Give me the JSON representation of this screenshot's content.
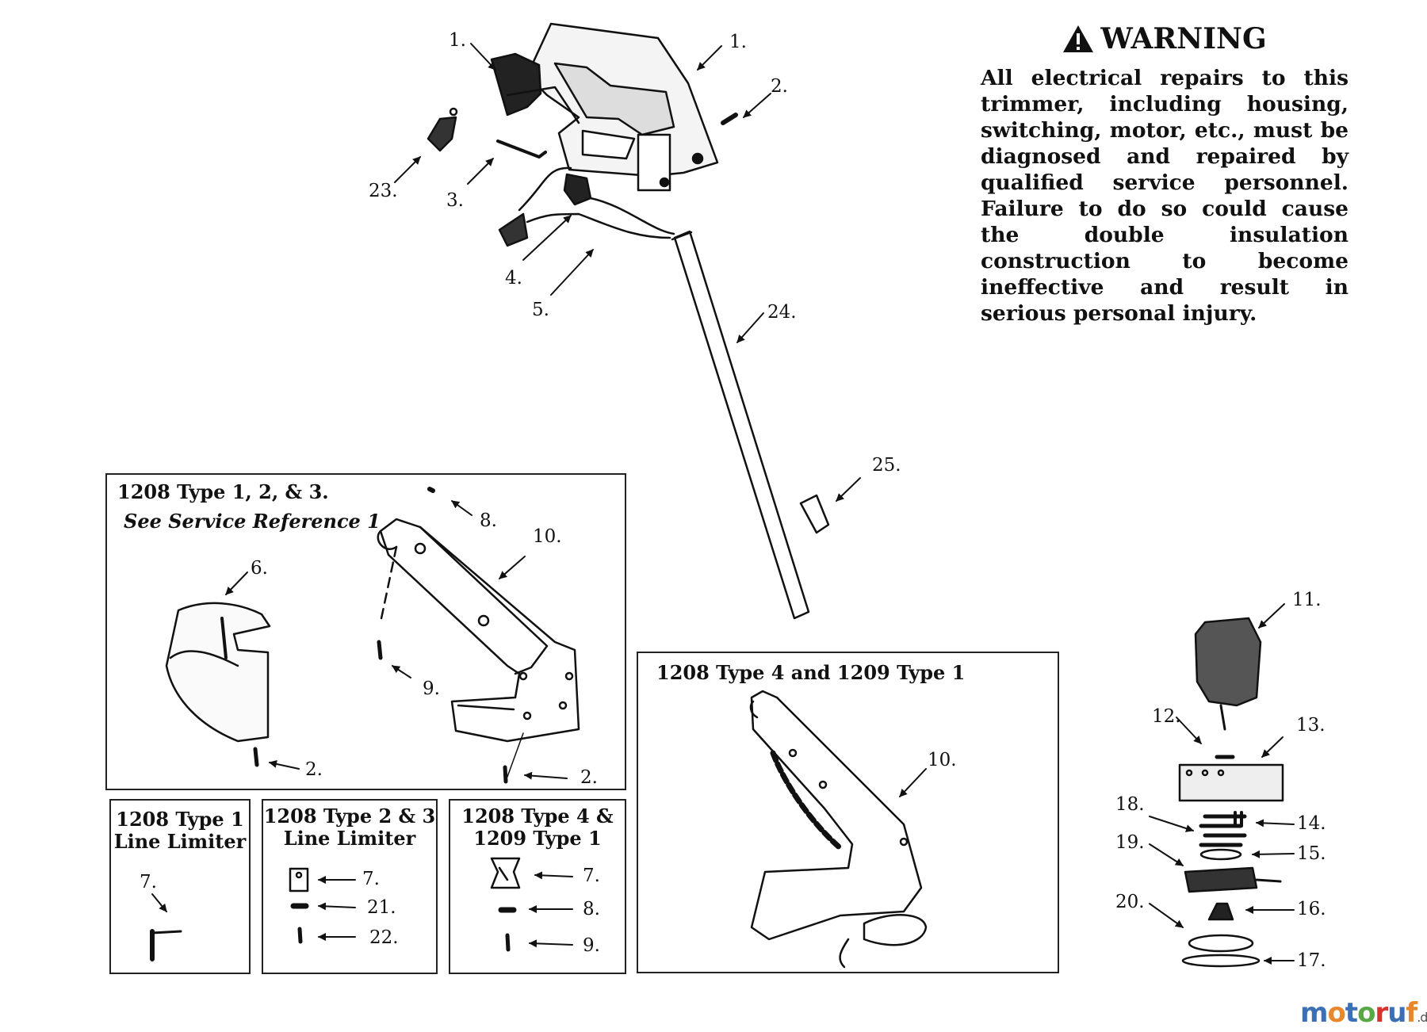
{
  "warning": {
    "heading": "WARNING",
    "text": "All electrical repairs to this trimmer, including housing, switching, motor, etc., must be diagnosed and repaired by qualified service personnel. Failure to do so could cause the double insulation construction to become ineffective and result in serious personal injury."
  },
  "boxes": {
    "types123": {
      "title": "1208 Type 1, 2, & 3.",
      "subtitle": "See Service Reference 1"
    },
    "type4": {
      "title": "1208 Type 4 and 1209 Type 1"
    },
    "limiter1": {
      "title_line1": "1208 Type 1",
      "title_line2": "Line Limiter"
    },
    "limiter23": {
      "title_line1": "1208 Type 2 & 3",
      "title_line2": "Line Limiter"
    },
    "limiter4": {
      "title_line1": "1208 Type 4 &",
      "title_line2": "1209 Type 1"
    }
  },
  "callouts": {
    "c1a": "1.",
    "c1b": "1.",
    "c2top": "2.",
    "c23": "23.",
    "c3": "3.",
    "c4": "4.",
    "c5": "5.",
    "c24": "24.",
    "c25": "25.",
    "c8a": "8.",
    "c10a": "10.",
    "c6": "6.",
    "c9a": "9.",
    "c2a": "2.",
    "c2b": "2.",
    "c10b": "10.",
    "c7a": "7.",
    "c7b": "7.",
    "c21": "21.",
    "c22": "22.",
    "c7c": "7.",
    "c8b": "8.",
    "c9b": "9.",
    "c11": "11.",
    "c12": "12.",
    "c13": "13.",
    "c14": "14.",
    "c18": "18.",
    "c19": "19.",
    "c15": "15.",
    "c20": "20.",
    "c16": "16.",
    "c17": "17."
  },
  "watermark": {
    "letters": [
      "m",
      "o",
      "t",
      "o",
      "r",
      "u",
      "f"
    ],
    "colors": [
      "#3b6fb6",
      "#e8872b",
      "#3b6fb6",
      "#58a845",
      "#d6342c",
      "#3b6fb6",
      "#e8872b"
    ],
    "suffix": ".de"
  }
}
